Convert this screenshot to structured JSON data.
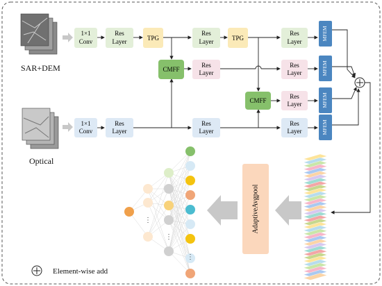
{
  "inputs": {
    "sar_dem_label": "SAR+DEM",
    "optical_label": "Optical"
  },
  "blocks": {
    "conv_top": [
      "1×1",
      "Conv"
    ],
    "conv_bottom": [
      "1×1",
      "Conv"
    ],
    "res_label": [
      "Res",
      "Layer"
    ],
    "tpg_label": "TPG",
    "cmff_label": "CMFF",
    "mfem_label": "MFEM",
    "pool_label": "AdaptiveAvgpool"
  },
  "legend": {
    "add_symbol": "+",
    "add_label": "Element-wise add"
  },
  "network": {
    "ellipsis": "⋮"
  },
  "colors": {
    "res_green": "#e3efd9",
    "res_pink": "#f6e2e8",
    "res_blue": "#dde9f5",
    "tpg": "#fbeab8",
    "cmff": "#86c06b",
    "mfem": "#4b86c0",
    "pool": "#fbd7bc",
    "arrow_gray": "#c8c8c8"
  },
  "feature_stack_colors": [
    "#fde49a",
    "#b7dced",
    "#c9e6a8",
    "#f7b6c9",
    "#a9c9f1",
    "#fbd4a6",
    "#d7c8ef",
    "#9fdcd2",
    "#f3a6a6",
    "#c6d88e"
  ],
  "nodes": {
    "layer1": [
      "#fde8d0",
      "#fde8d0",
      "#fde8d0"
    ],
    "layer2": [
      "#ddeec8",
      "#ddeec8",
      "#ddeec8",
      "#ddeec8"
    ],
    "layer3": [
      "#d0d0d0",
      "#f8d27a",
      "#d0d0d0",
      "#d0d0d0",
      "#d0d0d0"
    ],
    "layer4": [
      "#86c06b",
      "#d6e9f5",
      "#f4c30f",
      "#f0a577",
      "#4bbcd0",
      "#d6e9f5",
      "#f4c30f",
      "#f0a577",
      "#d6e9f5"
    ],
    "out": "#f0a04b"
  }
}
